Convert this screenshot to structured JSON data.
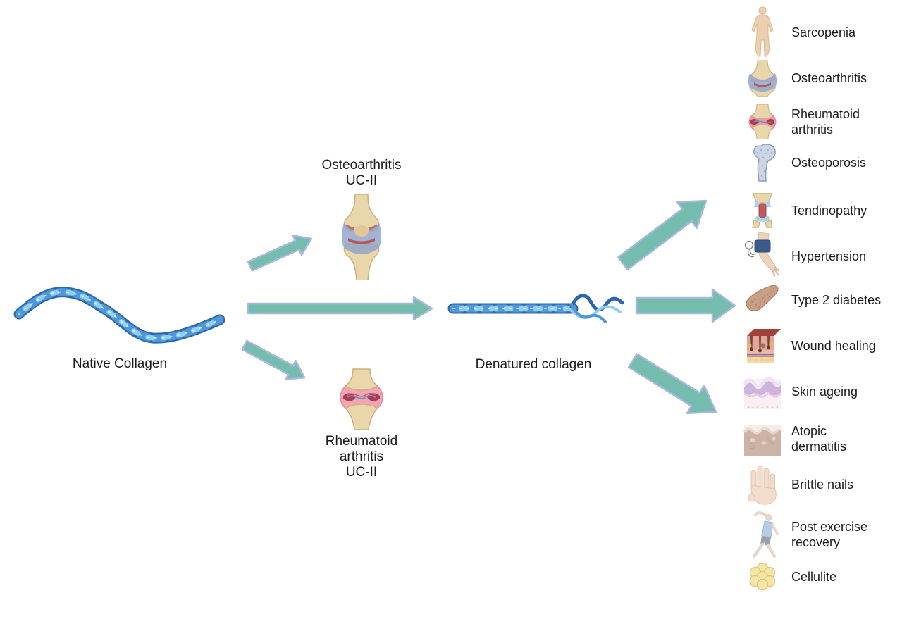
{
  "diagram": {
    "native": {
      "label": "Native Collagen"
    },
    "branch_top": {
      "label": "Osteoarthritis\nUC-II"
    },
    "branch_bottom": {
      "label": "Rheumatoid\narthritis\nUC-II"
    },
    "denatured": {
      "label": "Denatured collagen"
    },
    "outcomes": [
      {
        "label": "Sarcopenia",
        "icon": "sarcopenia-icon"
      },
      {
        "label": "Osteoarthritis",
        "icon": "osteoarthritis-icon"
      },
      {
        "label": "Rheumatoid\narthritis",
        "icon": "rheumatoid-arthritis-icon"
      },
      {
        "label": "Osteoporosis",
        "icon": "osteoporosis-icon"
      },
      {
        "label": "Tendinopathy",
        "icon": "tendinopathy-icon"
      },
      {
        "label": "Hypertension",
        "icon": "hypertension-icon"
      },
      {
        "label": "Type 2 diabetes",
        "icon": "type-2-diabetes-icon"
      },
      {
        "label": "Wound healing",
        "icon": "wound-healing-icon"
      },
      {
        "label": "Skin ageing",
        "icon": "skin-ageing-icon"
      },
      {
        "label": "Atopic\ndermatitis",
        "icon": "atopic-dermatitis-icon"
      },
      {
        "label": "Brittle nails",
        "icon": "brittle-nails-icon"
      },
      {
        "label": "Post exercise\nrecovery",
        "icon": "post-exercise-recovery-icon"
      },
      {
        "label": "Cellulite",
        "icon": "cellulite-icon"
      }
    ],
    "colors": {
      "arrow_fill": "#74bcae",
      "arrow_outline": "#a9b7dc",
      "collagen_dark": "#2e66ab",
      "collagen_mid": "#4e97d8",
      "collagen_light": "#8fd0ee",
      "background": "#ffffff",
      "text": "#1c1c1c"
    }
  }
}
